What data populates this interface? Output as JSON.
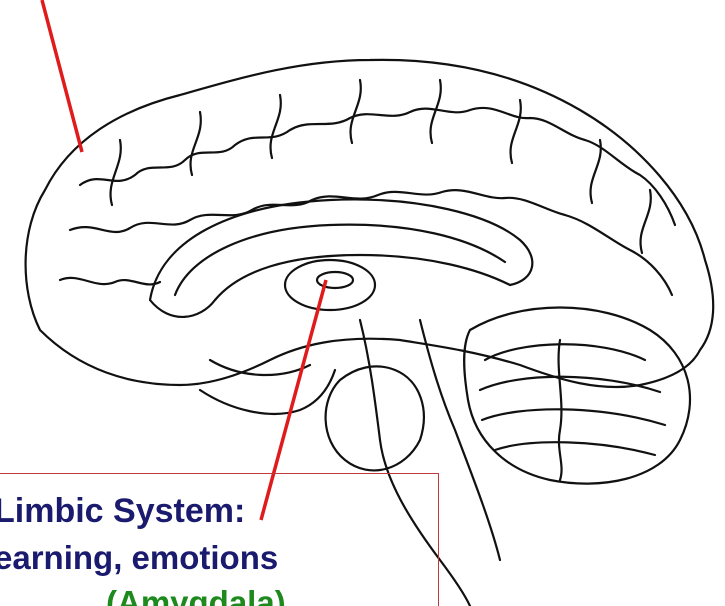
{
  "labels": {
    "limbic_title": "Limbic System:",
    "limbic_function": "earning, emotions",
    "limbic_structure": "(Amygdala)"
  },
  "colors": {
    "pointer": "#e01b1b",
    "title_text": "#1a1a6e",
    "function_text": "#1a1a6e",
    "structure_text": "#1e8a1e",
    "box_border": "#c0393b",
    "outline": "#111111"
  }
}
